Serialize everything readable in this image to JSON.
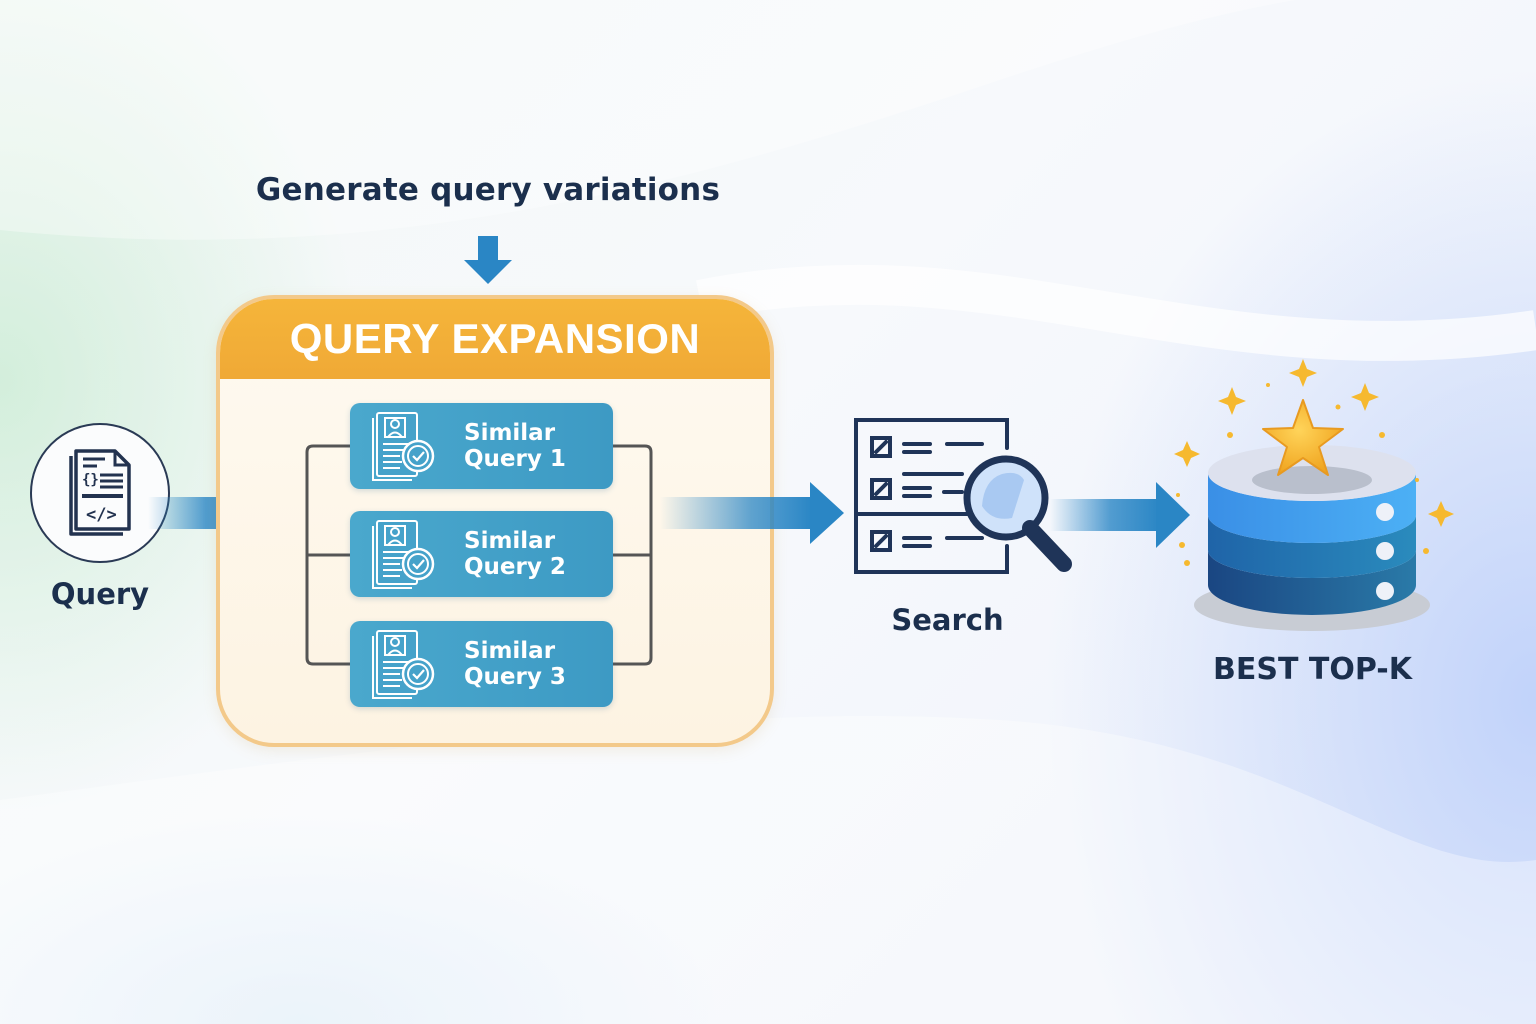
{
  "title": "Query expansion retrieval pipeline",
  "top_label": "Generate query variations",
  "panel": {
    "title": "QUERY EXPANSION",
    "items": [
      {
        "line1": "Similar",
        "line2": "Query 1",
        "icon": "document-check-icon"
      },
      {
        "line1": "Similar",
        "line2": "Query 2",
        "icon": "document-check-icon"
      },
      {
        "line1": "Similar",
        "line2": "Query 3",
        "icon": "document-check-icon"
      }
    ]
  },
  "nodes": {
    "query": {
      "label": "Query",
      "icon": "code-document-icon"
    },
    "search": {
      "label": "Search",
      "icon": "checklist-magnifier-icon"
    },
    "result": {
      "label": "BEST TOP-K",
      "icon": "database-star-icon"
    }
  },
  "colors": {
    "arrow_blue": "#2a86c5",
    "panel_orange": "#f2ae37",
    "panel_border": "#f3c98a",
    "card_blue": "#45a2ca",
    "text_dark": "#1b2f4d",
    "db_top": "#3f9ef0",
    "db_mid": "#2277b8",
    "db_bottom": "#1d5896",
    "star_gold": "#f6b92f"
  }
}
